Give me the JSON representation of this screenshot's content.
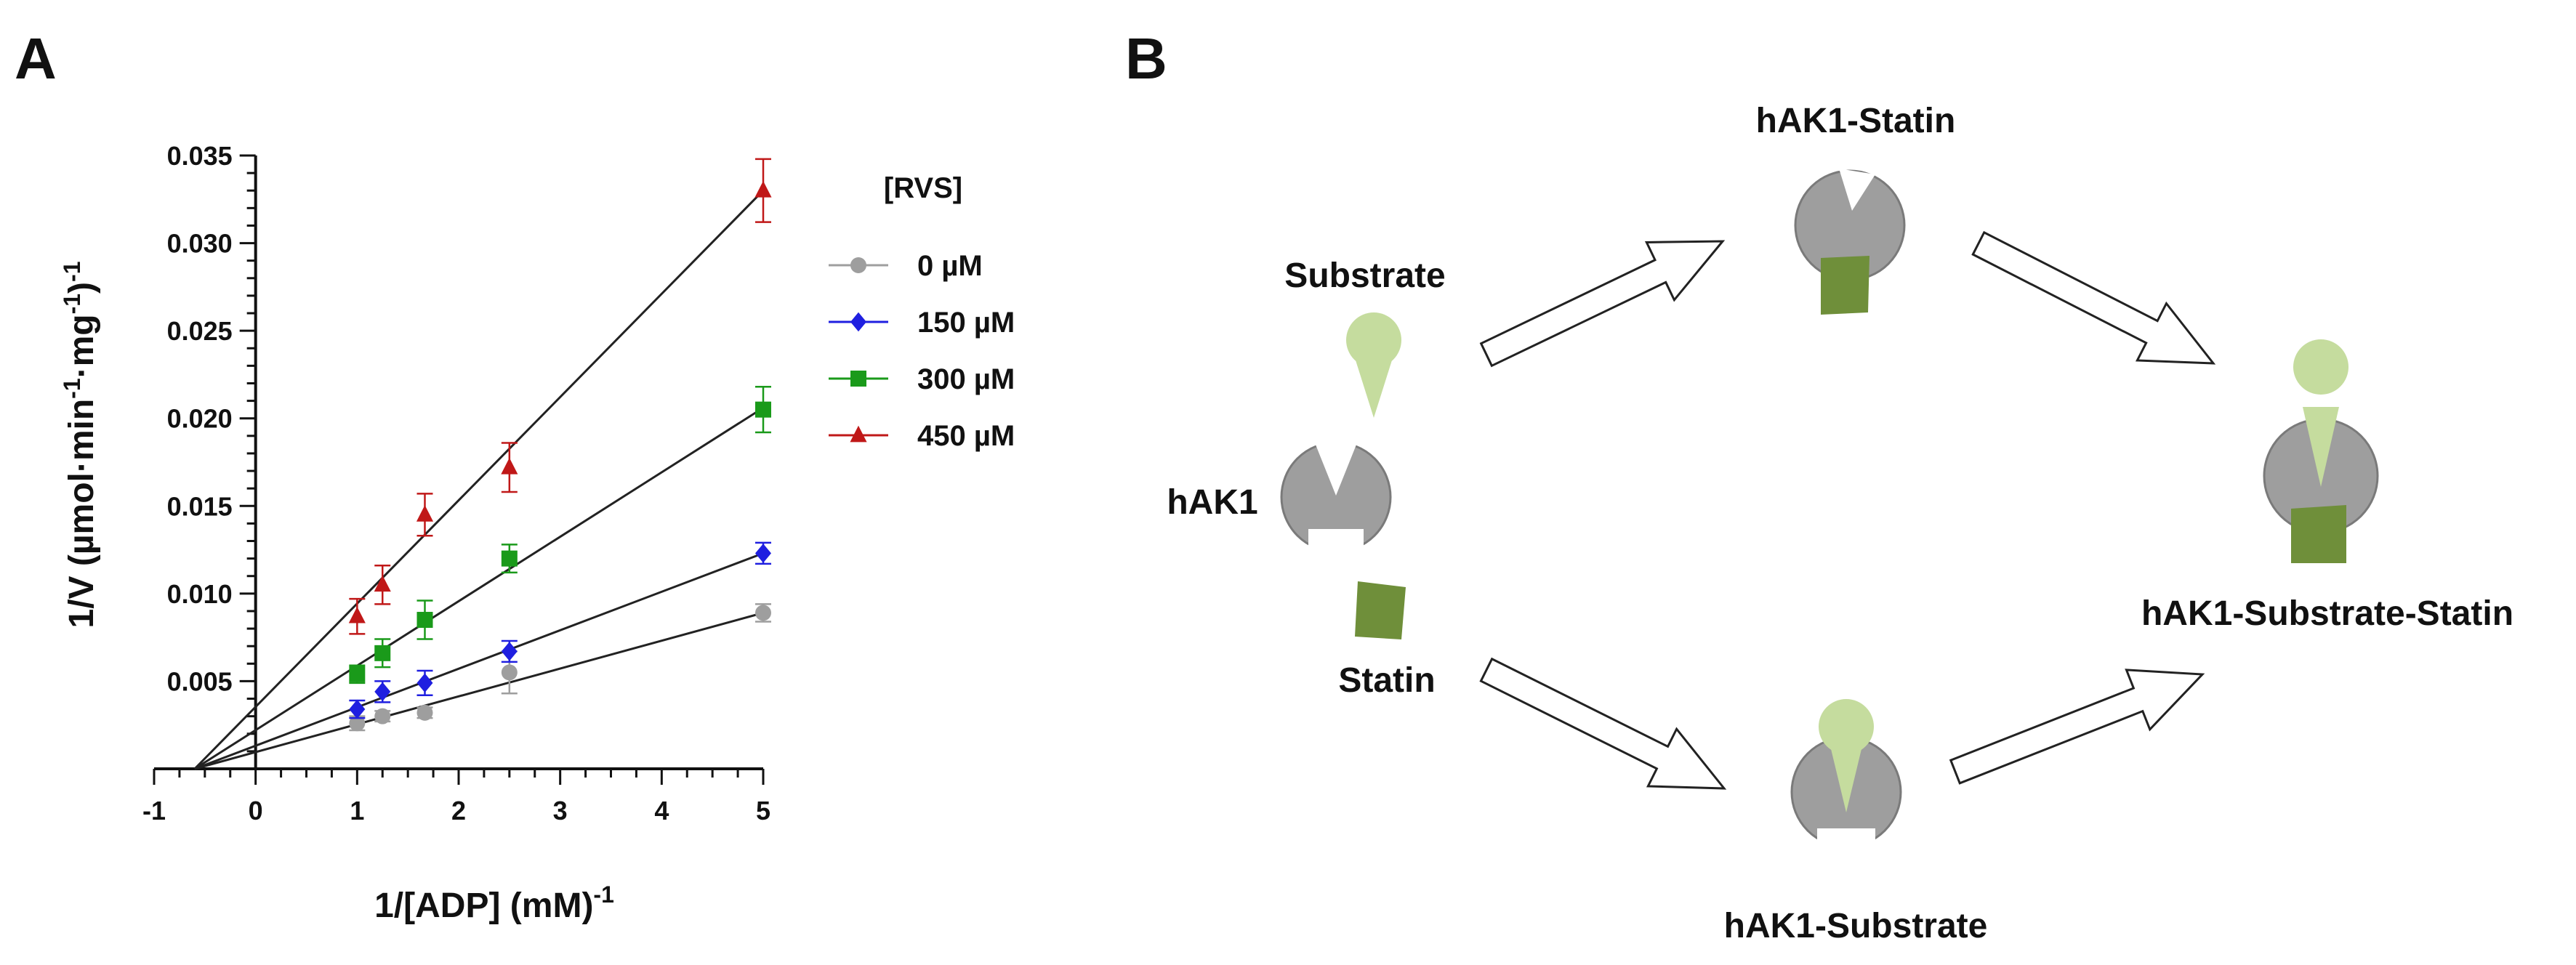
{
  "panel_a": {
    "letter": "A"
  },
  "panel_b": {
    "letter": "B",
    "labels": {
      "substrate": "Substrate",
      "hak1": "hAK1",
      "statin": "Statin",
      "hak1_statin": "hAK1-Statin",
      "hak1_substrate": "hAK1-Substrate",
      "hak1_substrate_statin": "hAK1-Substrate-Statin"
    },
    "colors": {
      "enzyme": "#9e9e9e",
      "substrate": "#c5dc9e",
      "statin": "#6f8f3a"
    }
  },
  "chart_data": {
    "type": "scatter",
    "title": "",
    "xlabel_main": "1/[ADP] (mM)",
    "xlabel_sup": "-1",
    "ylabel_parts": [
      "1/V (µmol·min",
      "-1",
      "·mg",
      "-1",
      ")",
      "-1"
    ],
    "xlim": [
      -1,
      5
    ],
    "ylim": [
      0,
      0.035
    ],
    "x_ticks": [
      -1,
      0,
      1,
      2,
      3,
      4,
      5
    ],
    "x_tick_labels": [
      "-1",
      "0",
      "1",
      "2",
      "3",
      "4",
      "5"
    ],
    "y_ticks": [
      0.005,
      0.01,
      0.015,
      0.02,
      0.025,
      0.03,
      0.035
    ],
    "y_tick_labels": [
      "0.005",
      "0.010",
      "0.015",
      "0.020",
      "0.025",
      "0.030",
      "0.035"
    ],
    "legend_title": "[RVS]",
    "legend_placement": "right",
    "x": [
      1,
      1.25,
      1.667,
      2.5,
      5
    ],
    "series": [
      {
        "name": "0 µM",
        "color": "#9e9e9e",
        "marker": "circle",
        "y": [
          0.0026,
          0.003,
          0.0032,
          0.0055,
          0.0089
        ],
        "err": [
          0.0004,
          0.0003,
          0.0003,
          0.0012,
          0.0005
        ],
        "fit": [
          [
            -0.6,
            0.0
          ],
          [
            5,
            0.0089
          ]
        ]
      },
      {
        "name": "150 µM",
        "color": "#1f1fe0",
        "marker": "diamond",
        "y": [
          0.0034,
          0.0044,
          0.0049,
          0.0067,
          0.0123
        ],
        "err": [
          0.0005,
          0.0006,
          0.0007,
          0.0006,
          0.0006
        ],
        "fit": [
          [
            -0.6,
            0.0
          ],
          [
            5,
            0.0123
          ]
        ]
      },
      {
        "name": "300 µM",
        "color": "#1a9a1a",
        "marker": "square",
        "y": [
          0.0054,
          0.0066,
          0.0085,
          0.012,
          0.0205
        ],
        "err": [
          0.0005,
          0.0008,
          0.0011,
          0.0008,
          0.0013
        ],
        "fit": [
          [
            -0.6,
            0.0
          ],
          [
            5,
            0.0206
          ]
        ]
      },
      {
        "name": "450 µM",
        "color": "#c01818",
        "marker": "triangle",
        "y": [
          0.0087,
          0.0105,
          0.0145,
          0.0172,
          0.033
        ],
        "err": [
          0.001,
          0.0011,
          0.0012,
          0.0014,
          0.0018
        ],
        "fit": [
          [
            -0.6,
            0.0
          ],
          [
            5,
            0.033
          ]
        ]
      }
    ]
  }
}
